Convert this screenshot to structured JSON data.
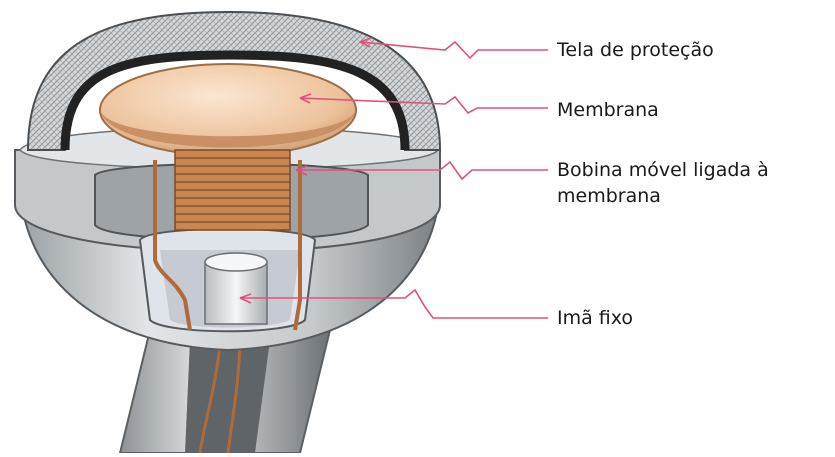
{
  "labels": {
    "protective_screen": "Tela de proteção",
    "membrane": "Membrana",
    "moving_coil_line1": "Bobina móvel ligada à",
    "moving_coil_line2": "membrana",
    "fixed_magnet": "Imã fixo"
  },
  "colors": {
    "leader_line": "#e0527a",
    "membrane": "#efc7a0",
    "coil": "#b06a3a",
    "metal_light": "#cfd3d6",
    "metal_dark": "#6f7478",
    "magnet": "#e4e7ea"
  }
}
